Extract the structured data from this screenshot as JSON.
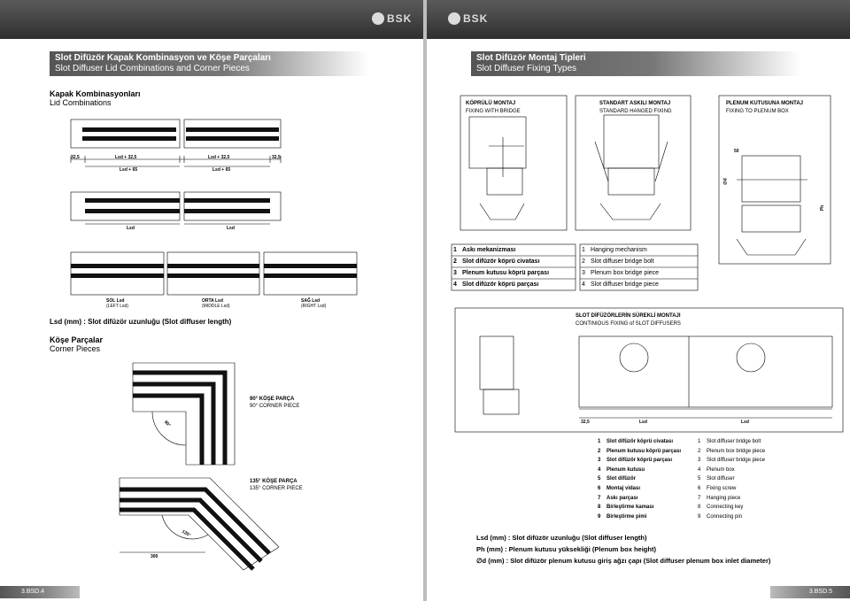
{
  "brand": "BSK",
  "left": {
    "title_tr": "Slot Difüzör Kapak Kombinasyon ve Köşe Parçaları",
    "title_en": "Slot Diffuser Lid Combinations and Corner Pieces",
    "lid_tr": "Kapak Kombinasyonları",
    "lid_en": "Lid Combinations",
    "dim_325": "32,5",
    "dim_lsd325": "Lsd + 32,5",
    "dim_lsd65": "Lsd + 65",
    "dim_lsd": "Lsd",
    "left_tr": "SOL Lsd",
    "left_en": "(LEFT Lsd)",
    "mid_tr": "ORTA Lsd",
    "mid_en": "(MIDDLE Lsd)",
    "right_tr": "SAĞ Lsd",
    "right_en": "(RIGHT Lsd)",
    "lsd_note": "Lsd (mm) : Slot difüzör uzunluğu (Slot diffuser length)",
    "corner_tr": "Köşe Parçalar",
    "corner_en": "Corner Pieces",
    "c90_tr": "90° KÖŞE PARÇA",
    "c90_en": "90° CORNER PIECE",
    "c90_angle": "90°",
    "c135_tr": "135° KÖŞE PARÇA",
    "c135_en": "135° CORNER PIECE",
    "c135_angle": "135°",
    "dim_300": "300",
    "page_no": "3.BSD.4"
  },
  "right": {
    "title_tr": "Slot Difüzör Montaj Tipleri",
    "title_en": "Slot Diffuser Fixing Types",
    "box1_tr": "KÖPRÜLÜ MONTAJ",
    "box1_en": "FIXING WITH BRIDGE",
    "box2_tr": "STANDART ASKILI MONTAJ",
    "box2_en": "STANDARD HANGED FIXING",
    "box3_tr": "PLENUM KUTUSUNA MONTAJ",
    "box3_en": "FIXING TO PLENUM BOX",
    "dim_50": "50",
    "dim_d": "∅d",
    "dim_ph": "Ph",
    "legend1": [
      {
        "n": "1",
        "tr": "Askı mekanizması",
        "en": "Hanging mechanism"
      },
      {
        "n": "2",
        "tr": "Slot difüzör köprü civatası",
        "en": "Slot diffuser bridge bolt"
      },
      {
        "n": "3",
        "tr": "Plenum kutusu köprü parçası",
        "en": "Plenum box bridge piece"
      },
      {
        "n": "4",
        "tr": "Slot difüzör köprü parçası",
        "en": "Slot diffuser bridge piece"
      }
    ],
    "cont_tr": "SLOT DİFÜZÖRLERİN SÜREKLİ MONTAJI",
    "cont_en": "CONTINIOUS FIXING of SLOT DIFFUSERS",
    "dim_325": "32,5",
    "dim_lsd": "Lsd",
    "legend2": [
      {
        "n": "1",
        "tr": "Slot difüzör köprü civatası",
        "en": "Slot diffuser bridge bolt"
      },
      {
        "n": "2",
        "tr": "Plenum kutusu köprü parçası",
        "en": "Plenum box bridge piece"
      },
      {
        "n": "3",
        "tr": "Slot difüzör köprü parçası",
        "en": "Slot diffuser bridge piece"
      },
      {
        "n": "4",
        "tr": "Plenum kutusu",
        "en": "Plenum box"
      },
      {
        "n": "5",
        "tr": "Slot difüzör",
        "en": "Slot diffuser"
      },
      {
        "n": "6",
        "tr": "Montaj vidası",
        "en": "Fixing screw"
      },
      {
        "n": "7",
        "tr": "Askı parçası",
        "en": "Hanging piece"
      },
      {
        "n": "8",
        "tr": "Birleştirme kaması",
        "en": "Connecting key"
      },
      {
        "n": "9",
        "tr": "Birleştirme pimi",
        "en": "Connecting pin"
      }
    ],
    "note1": "Lsd (mm) : Slot difüzör uzunluğu (Slot diffuser length)",
    "note2": "Ph (mm)  : Plenum kutusu yüksekliği (Plenum box height)",
    "note3": "∅d (mm) : Slot difüzör plenum kutusu giriş ağzı çapı (Slot diffuser plenum box inlet diameter)",
    "page_no": "3.BSD.5"
  }
}
